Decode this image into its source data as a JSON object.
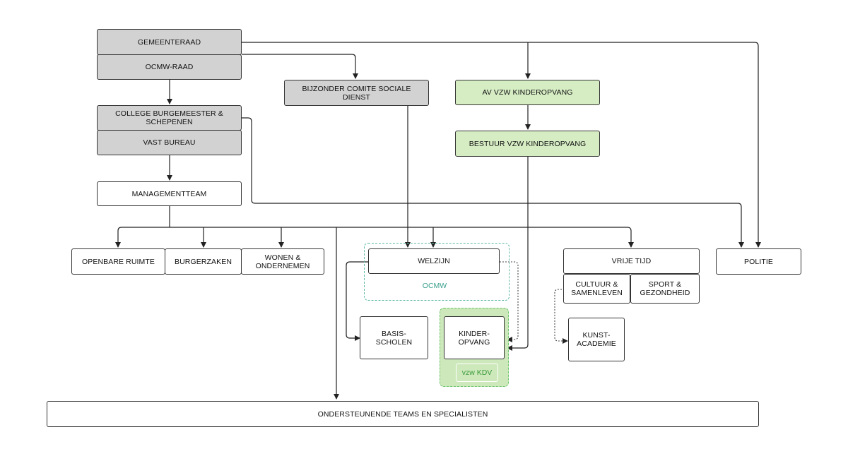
{
  "boxes": {
    "gemeenteraad": "GEMEENTERAAD",
    "ocmw_raad": "OCMW-RAAD",
    "college": "COLLEGE BURGEMEESTER &\nSCHEPENEN",
    "vast_bureau": "VAST BUREAU",
    "managementteam": "MANAGEMENTTEAM",
    "bijzonder_comite": "BIJZONDER COMITE SOCIALE\nDIENST",
    "av_vzw": "AV VZW KINDEROPVANG",
    "bestuur_vzw": "BESTUUR VZW KINDEROPVANG",
    "openbare_ruimte": "OPENBARE RUIMTE",
    "burgerzaken": "BURGERZAKEN",
    "wonen": "WONEN &\nONDERNEMEN",
    "welzijn": "WELZIJN",
    "vrije_tijd": "VRIJE TIJD",
    "cultuur": "CULTUUR &\nSAMENLEVEN",
    "sport": "SPORT &\nGEZONDHEID",
    "politie": "POLITIE",
    "basisscholen": "BASIS-\nSCHOLEN",
    "kinderopvang": "KINDER-\nOPVANG",
    "kunstacademie": "KUNST-\nACADEMIE",
    "ondersteunende": "ONDERSTEUNENDE TEAMS EN SPECIALISTEN"
  },
  "zones": {
    "ocmw": "OCMW",
    "kdv": "vzw KDV"
  },
  "colors": {
    "gray": "#d2d2d2",
    "green": "#d6edc4",
    "ocmw_border": "#5fb8a6",
    "kdv_border": "#6cc46c"
  }
}
